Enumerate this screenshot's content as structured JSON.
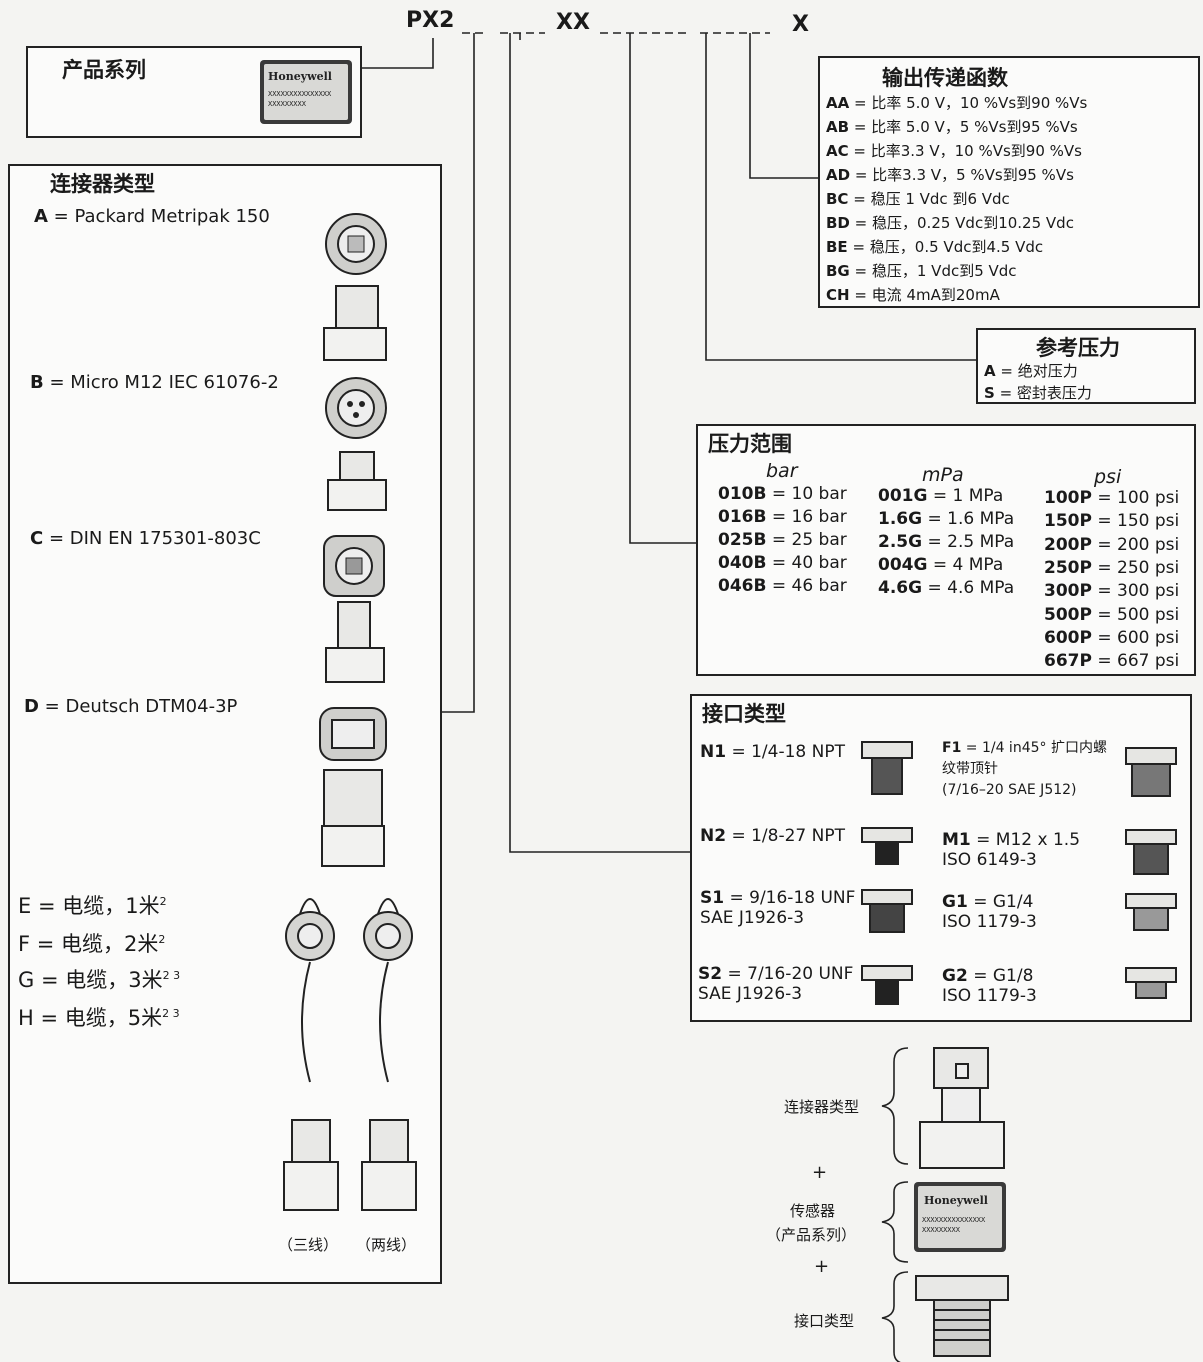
{
  "header": {
    "model": "PX2",
    "xx": "XX",
    "x": "X"
  },
  "product_series": {
    "title": "产品系列",
    "brand": "Honeywell",
    "label_line1": "XXXXXXXXXXXXXXX",
    "label_line2": "XXXXXXXXX"
  },
  "connector": {
    "title": "连接器类型",
    "items": [
      {
        "code": "A",
        "text": "Packard Metripak 150"
      },
      {
        "code": "B",
        "text": "Micro M12 IEC 61076-2"
      },
      {
        "code": "C",
        "text": "DIN EN 175301-803C"
      },
      {
        "code": "D",
        "text": "Deutsch DTM04-3P"
      }
    ],
    "cables": [
      {
        "text": "E = 电缆，1米",
        "sup": "2"
      },
      {
        "text": "F = 电缆，2米",
        "sup": "2"
      },
      {
        "text": "G = 电缆，3米",
        "sup": "2 3"
      },
      {
        "text": "H = 电缆，5米",
        "sup": "2 3"
      }
    ],
    "cable_caption_left": "（三线）",
    "cable_caption_right": "（两线）"
  },
  "output": {
    "title": "输出传递函数",
    "items": [
      {
        "code": "AA",
        "text": "= 比率 5.0 V，10 %Vs到90 %Vs"
      },
      {
        "code": "AB",
        "text": "= 比率 5.0 V，5 %Vs到95 %Vs"
      },
      {
        "code": "AC",
        "text": "= 比率3.3 V，10 %Vs到90 %Vs"
      },
      {
        "code": "AD",
        "text": "= 比率3.3 V，5 %Vs到95 %Vs"
      },
      {
        "code": "BC",
        "text": "= 稳压 1 Vdc 到6 Vdc"
      },
      {
        "code": "BD",
        "text": "= 稳压，0.25 Vdc到10.25 Vdc"
      },
      {
        "code": "BE",
        "text": "= 稳压，0.5 Vdc到4.5 Vdc"
      },
      {
        "code": "BG",
        "text": "= 稳压，1 Vdc到5 Vdc"
      },
      {
        "code": "CH",
        "text": "= 电流 4mA到20mA"
      }
    ]
  },
  "reference": {
    "title": "参考压力",
    "items": [
      {
        "code": "A",
        "text": "= 绝对压力"
      },
      {
        "code": "S",
        "text": "= 密封表压力"
      }
    ]
  },
  "pressure": {
    "title": "压力范围",
    "col_bar": "bar",
    "col_mpa": "mPa",
    "col_psi": "psi",
    "bar": [
      {
        "code": "010B",
        "text": "= 10 bar"
      },
      {
        "code": "016B",
        "text": "= 16 bar"
      },
      {
        "code": "025B",
        "text": "= 25 bar"
      },
      {
        "code": "040B",
        "text": "= 40 bar"
      },
      {
        "code": "046B",
        "text": "= 46 bar"
      }
    ],
    "mpa": [
      {
        "code": "001G",
        "text": "= 1 MPa"
      },
      {
        "code": "1.6G",
        "text": "= 1.6 MPa"
      },
      {
        "code": "2.5G",
        "text": "= 2.5 MPa"
      },
      {
        "code": "004G",
        "text": "= 4 MPa"
      },
      {
        "code": "4.6G",
        "text": "= 4.6 MPa"
      }
    ],
    "psi": [
      {
        "code": "100P",
        "text": "= 100 psi"
      },
      {
        "code": "150P",
        "text": "= 150 psi"
      },
      {
        "code": "200P",
        "text": "= 200 psi"
      },
      {
        "code": "250P",
        "text": "= 250 psi"
      },
      {
        "code": "300P",
        "text": "= 300 psi"
      },
      {
        "code": "500P",
        "text": "= 500 psi"
      },
      {
        "code": "600P",
        "text": "= 600 psi"
      },
      {
        "code": "667P",
        "text": "= 667 psi"
      }
    ]
  },
  "port": {
    "title": "接口类型",
    "n1": {
      "code": "N1",
      "text": "= 1/4-18 NPT"
    },
    "n2": {
      "code": "N2",
      "text": "= 1/8-27 NPT"
    },
    "s1": {
      "code": "S1",
      "text": "= 9/16-18 UNF",
      "line2": "SAE J1926-3"
    },
    "s2": {
      "code": "S2",
      "text": "= 7/16-20 UNF",
      "line2": "SAE J1926-3"
    },
    "f1": {
      "code": "F1",
      "text": "= 1/4 in45° 扩口内螺",
      "line2": "纹带顶针",
      "line3": "(7/16–20 SAE J512)"
    },
    "m1": {
      "code": "M1",
      "text": "= M12 x 1.5",
      "line2": "ISO 6149-3"
    },
    "g1": {
      "code": "G1",
      "text": "= G1/4",
      "line2": "ISO 1179-3"
    },
    "g2": {
      "code": "G2",
      "text": "= G1/8",
      "line2": "ISO 1179-3"
    }
  },
  "assembly": {
    "connector_label": "连接器类型",
    "plus": "+",
    "sensor_label": "传感器",
    "sensor_label2": "（产品系列）",
    "port_label": "接口类型"
  }
}
